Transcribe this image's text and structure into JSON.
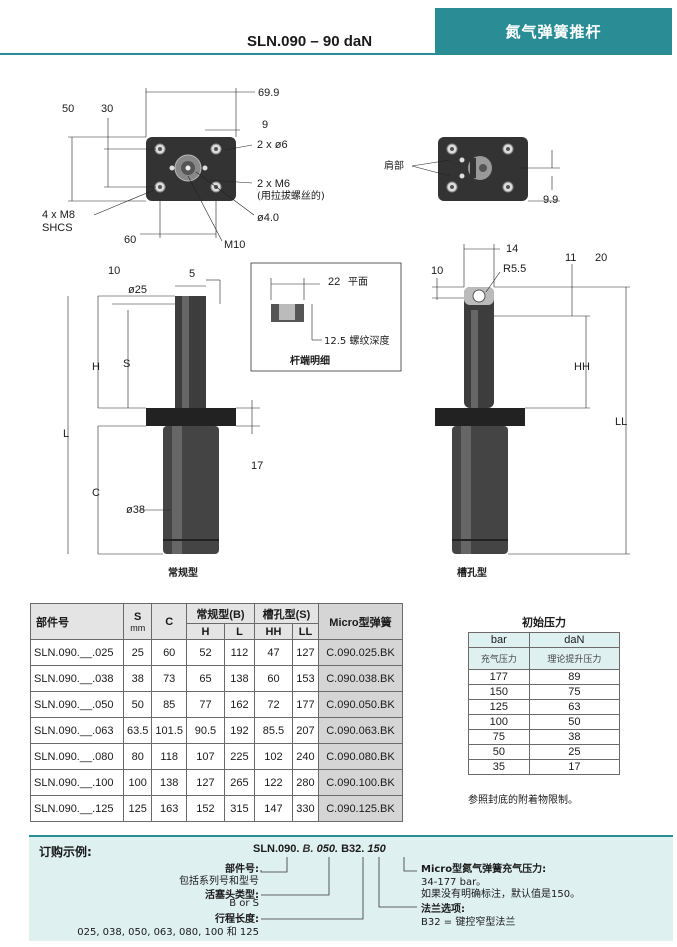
{
  "header": {
    "title": "SLN.090 – 90 daN",
    "tab": "氮气弹簧推杆"
  },
  "drawing": {
    "top_view": {
      "dims": [
        "50",
        "30",
        "69.9",
        "9",
        "2 x ø6",
        "2 x M6",
        "(用拉拔螺丝的)",
        "4 x M8",
        "SHCS",
        "ø4.0",
        "60",
        "M10"
      ]
    },
    "top_view_keyed": {
      "dims": [
        "肩部",
        "9.9"
      ]
    },
    "rod_detail": {
      "dims": [
        "22",
        "平面",
        "12.5 螺纹深度"
      ],
      "caption": "杆端明细"
    },
    "side_standard": {
      "dims": [
        "10",
        "ø25",
        "5",
        "H",
        "S",
        "L",
        "17",
        "C",
        "ø38"
      ],
      "caption": "常规型"
    },
    "side_keyed": {
      "dims": [
        "10",
        "14",
        "R5.5",
        "11",
        "20",
        "HH",
        "LL"
      ],
      "caption": "槽孔型"
    }
  },
  "spec_table": {
    "headers": {
      "part": "部件号",
      "s": "S",
      "mm": "mm",
      "c": "C",
      "std": "常规型(B)",
      "h": "H",
      "l": "L",
      "keyed": "槽孔型(S)",
      "hh": "HH",
      "ll": "LL",
      "micro": "Micro型弹簧"
    },
    "rows": [
      {
        "part": "SLN.090.__.025",
        "s": "25",
        "c": "60",
        "h": "52",
        "l": "112",
        "hh": "47",
        "ll": "127",
        "micro": "C.090.025.BK"
      },
      {
        "part": "SLN.090.__.038",
        "s": "38",
        "c": "73",
        "h": "65",
        "l": "138",
        "hh": "60",
        "ll": "153",
        "micro": "C.090.038.BK"
      },
      {
        "part": "SLN.090.__.050",
        "s": "50",
        "c": "85",
        "h": "77",
        "l": "162",
        "hh": "72",
        "ll": "177",
        "micro": "C.090.050.BK"
      },
      {
        "part": "SLN.090.__.063",
        "s": "63.5",
        "c": "101.5",
        "h": "90.5",
        "l": "192",
        "hh": "85.5",
        "ll": "207",
        "micro": "C.090.063.BK"
      },
      {
        "part": "SLN.090.__.080",
        "s": "80",
        "c": "118",
        "h": "107",
        "l": "225",
        "hh": "102",
        "ll": "240",
        "micro": "C.090.080.BK"
      },
      {
        "part": "SLN.090.__.100",
        "s": "100",
        "c": "138",
        "h": "127",
        "l": "265",
        "hh": "122",
        "ll": "280",
        "micro": "C.090.100.BK"
      },
      {
        "part": "SLN.090.__.125",
        "s": "125",
        "c": "163",
        "h": "152",
        "l": "315",
        "hh": "147",
        "ll": "330",
        "micro": "C.090.125.BK"
      }
    ]
  },
  "pressure_table": {
    "title": "初始压力",
    "col1": "bar",
    "col2": "daN",
    "sub1": "充气压力",
    "sub2": "理论提升压力",
    "rows": [
      {
        "bar": "177",
        "dan": "89"
      },
      {
        "bar": "150",
        "dan": "75"
      },
      {
        "bar": "125",
        "dan": "63"
      },
      {
        "bar": "100",
        "dan": "50"
      },
      {
        "bar": "75",
        "dan": "38"
      },
      {
        "bar": "50",
        "dan": "25"
      },
      {
        "bar": "35",
        "dan": "17"
      }
    ],
    "note": "参照封底的附着物限制。"
  },
  "order_example": {
    "title": "订购示例:",
    "code_prefix": "SLN.090.",
    "code_b": "B.",
    "code_050": "050.",
    "code_b32": "B32.",
    "code_150": "150",
    "part_label": "部件号:",
    "part_desc": "包括系列号和型号",
    "head_label": "活塞头类型:",
    "head_desc": "B or S",
    "stroke_label": "行程长度:",
    "stroke_desc": "025, 038, 050, 063, 080, 100 和 125",
    "micro_label": "Micro型氮气弹簧充气压力:",
    "micro_range": "34-177 bar。",
    "micro_desc": "如果没有明确标注，默认值是150。",
    "flange_label": "法兰选项:",
    "flange_desc": "B32 = 键控窄型法兰"
  }
}
